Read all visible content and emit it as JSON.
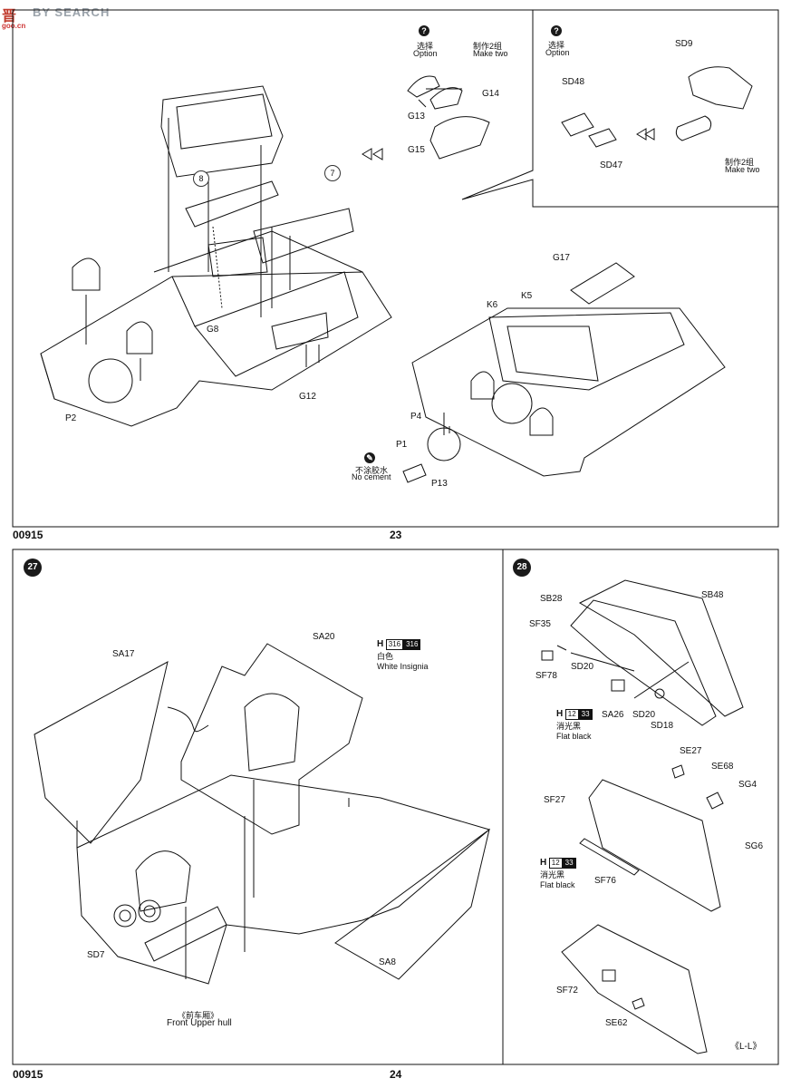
{
  "watermark": {
    "mark": "晋",
    "brand": "BY SEARCH",
    "sub": "goo.cn"
  },
  "page23": {
    "code": "00915",
    "number": "23",
    "labels": {
      "P2": "P2",
      "G8": "G8",
      "G12": "G12",
      "c8": "8",
      "c7": "7",
      "G13": "G13",
      "G14": "G14",
      "G15": "G15",
      "opt_cn": "选择",
      "opt_en": "Option",
      "make_cn": "制作2组",
      "make_en": "Make two",
      "opt2_cn": "选择",
      "opt2_en": "Option",
      "SD48": "SD48",
      "SD47": "SD47",
      "SD9": "SD9",
      "make2_cn": "制作2组",
      "make2_en": "Make two",
      "G17": "G17",
      "K6": "K6",
      "K5": "K5",
      "P4": "P4",
      "P1": "P1",
      "P13": "P13",
      "nocem_cn": "不涂胶水",
      "nocem_en": "No cement"
    }
  },
  "page24": {
    "code": "00915",
    "number": "24",
    "step27": "27",
    "step28": "28",
    "labels": {
      "SA17": "SA17",
      "SA20": "SA20",
      "SD7": "SD7",
      "SA8": "SA8",
      "front_cn": "《前车厢》",
      "front_en": "Front Upper hull",
      "h_insignia": "H",
      "code_insignia": "316",
      "code_insignia2": "316",
      "white_cn": "白色",
      "white_en": "White Insignia",
      "SB28": "SB28",
      "SB48": "SB48",
      "SF35": "SF35",
      "SF78": "SF78",
      "SD20a": "SD20",
      "SD20b": "SD20",
      "SA26": "SA26",
      "SD18": "SD18",
      "h1": "H",
      "code1a": "12",
      "code1b": "33",
      "flat1_cn": "消光黑",
      "flat1_en": "Flat black",
      "SE27": "SE27",
      "SE68": "SE68",
      "SG4": "SG4",
      "SG6": "SG6",
      "SF27": "SF27",
      "SF76": "SF76",
      "h2": "H",
      "code2a": "12",
      "code2b": "33",
      "flat2_cn": "消光黑",
      "flat2_en": "Flat black",
      "SF72": "SF72",
      "SE62": "SE62",
      "LL": "《L-L》"
    }
  }
}
